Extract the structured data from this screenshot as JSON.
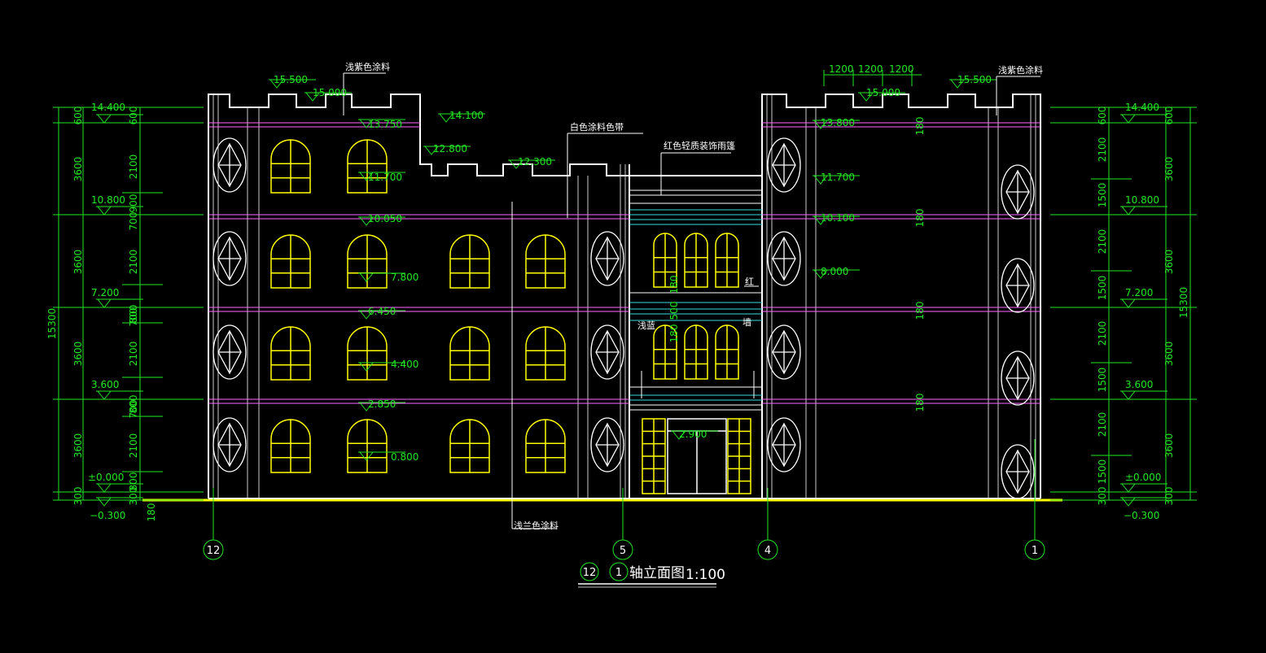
{
  "drawing": {
    "title_axes": [
      "12",
      "1"
    ],
    "title_text": "轴立面图",
    "scale": "1:100",
    "axis_labels": [
      "12",
      "5",
      "4",
      "1"
    ],
    "notes": {
      "light_purple_left": "浅紫色涂料",
      "light_purple_right": "浅紫色涂料",
      "white_band": "白色涂料色带",
      "red_canopy": "红色轻质装饰雨篷",
      "light_blue_paint": "浅兰色涂料",
      "light_blue_side": "浅蓝",
      "red_side": "红",
      "wall_side": "墙"
    },
    "levels_left": [
      "14.400",
      "10.800",
      "7.200",
      "3.600",
      "±0.000",
      "−0.300"
    ],
    "levels_right": [
      "14.400",
      "10.800",
      "7.200",
      "3.600",
      "±0.000",
      "−0.300"
    ],
    "heights_left": [
      "600",
      "3600",
      "3600",
      "3600",
      "3600",
      "300"
    ],
    "sub_heights_left": [
      "600",
      "2100",
      "900",
      "700",
      "2100",
      "800",
      "700",
      "2100",
      "800",
      "700",
      "2100",
      "800",
      "300"
    ],
    "sub_heights_right": [
      "600",
      "2100",
      "1500",
      "2100",
      "1500",
      "2100",
      "1500",
      "2100",
      "1500",
      "300"
    ],
    "heights_right": [
      "600",
      "3600",
      "3600",
      "3600",
      "3600",
      "300"
    ],
    "total_height": "15300",
    "parapet_left": [
      "15.500",
      "15.000"
    ],
    "parapet_right": [
      "15.500",
      "15.000"
    ],
    "parapet_spacing": [
      "1200",
      "1200",
      "1200"
    ],
    "inner_levels_left": [
      "13.750",
      "11.700",
      "10.050",
      "7.800",
      "6.450",
      "4.400",
      "2.850",
      "0.800"
    ],
    "inner_levels_right": [
      "13.800",
      "11.700",
      "10.100",
      "8.000"
    ],
    "step_levels": [
      "14.100",
      "12.800",
      "12.300"
    ],
    "door_level": "2.900",
    "band_marks": [
      "180",
      "180",
      "180",
      "180"
    ],
    "stair_marks": [
      "180",
      "500",
      "180",
      "180"
    ]
  }
}
